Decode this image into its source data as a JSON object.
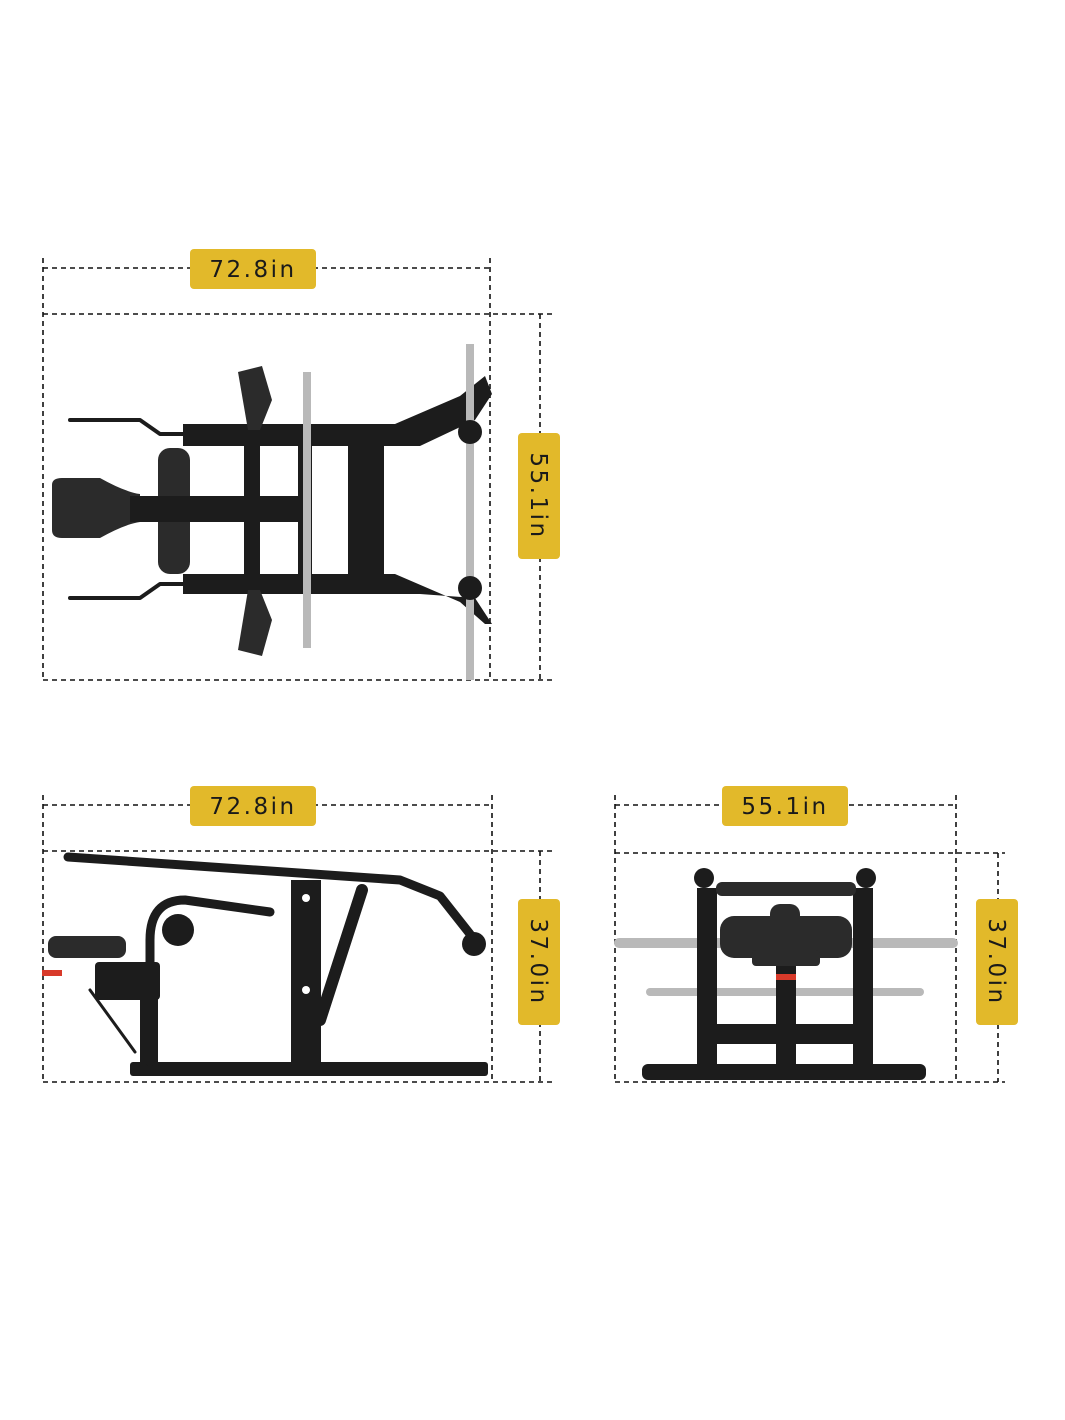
{
  "views": {
    "top": {
      "width_label": "72.8in",
      "depth_label": "55.1in"
    },
    "side": {
      "width_label": "72.8in",
      "height_label": "37.0in"
    },
    "front": {
      "width_label": "55.1in",
      "height_label": "37.0in"
    }
  },
  "colors": {
    "label_bg": "#e2b92a",
    "frame": "#1c1c1c",
    "chrome": "#b9b9b9",
    "accent": "#d83a2a"
  }
}
